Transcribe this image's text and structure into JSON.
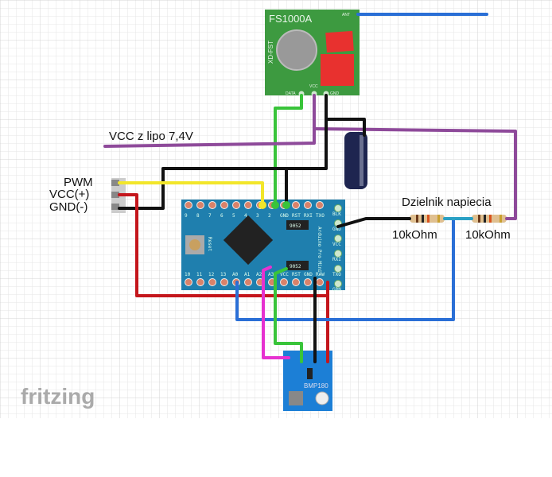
{
  "labels": {
    "vcc_lipo": "VCC z lipo 7,4V",
    "pwm": "PWM",
    "vcc_plus": "VCC(+)",
    "gnd_minus": "GND(-)",
    "divider": "Dzielnik napiecia",
    "r1": "10kOhm",
    "r2": "10kOhm"
  },
  "logo": "fritzing",
  "transmitter": {
    "name": "FS1000A",
    "side": "XD-FST",
    "ant": "ANT",
    "pins": [
      "DATA",
      "VCC",
      "GND"
    ]
  },
  "arduino": {
    "top_pins": [
      "9",
      "8",
      "7",
      "6",
      "5",
      "4",
      "3",
      "2",
      "GND",
      "RST",
      "RXI",
      "TXO"
    ],
    "bottom_pins": [
      "10",
      "11",
      "12",
      "13",
      "A0",
      "A1",
      "A2",
      "A3",
      "VCC",
      "RST",
      "GND",
      "RAW"
    ],
    "right_pins": [
      "BLK",
      "GND",
      "VCC",
      "RXI",
      "TXO",
      "GRN"
    ],
    "name": "Arduino Pro Mini",
    "reset": "Reset",
    "chip1": "9052",
    "chip2": "9052"
  },
  "sensor": {
    "name": "BMP180"
  },
  "colors": {
    "board_blue": "#1f7fae",
    "tx_green": "#3d9a40",
    "sensor_blue": "#1c7fd6",
    "grid": "#e3e3e3"
  }
}
